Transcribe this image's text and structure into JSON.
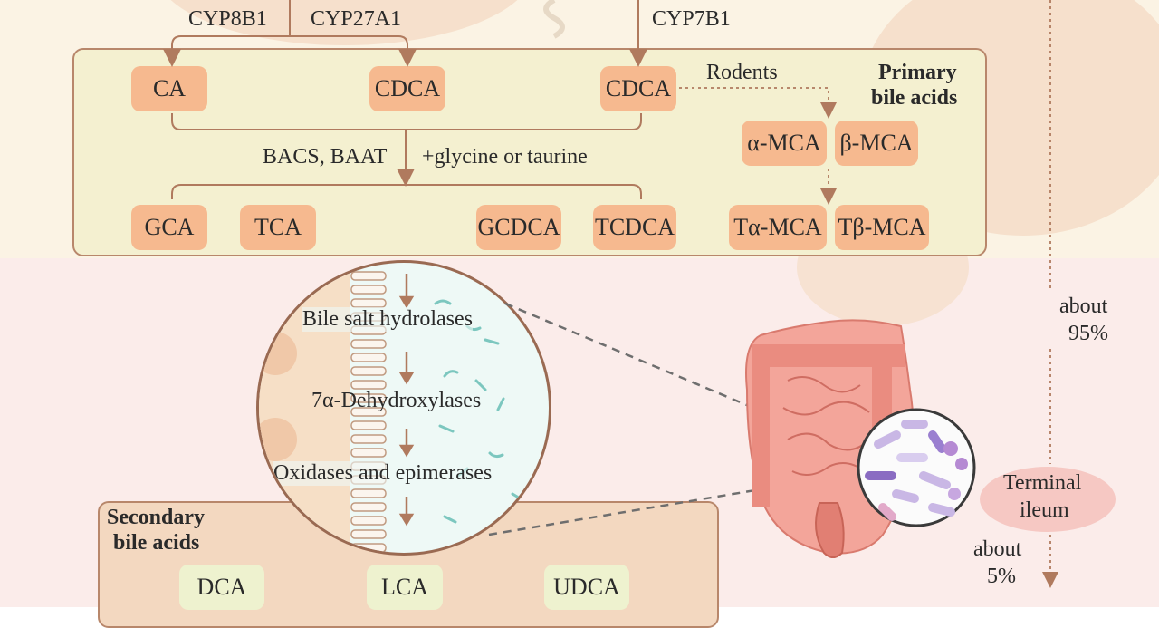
{
  "enzymes": {
    "cyp8b1": "CYP8B1",
    "cyp27a1": "CYP27A1",
    "cyp7b1": "CYP7B1",
    "bacs_baat": "BACS, BAAT",
    "conjugation": "+glycine or taurine",
    "rodents": "Rodents"
  },
  "primary": {
    "title_line1": "Primary",
    "title_line2": "bile acids",
    "row1": [
      "CA",
      "CDCA",
      "CDCA"
    ],
    "mca": [
      "α-MCA",
      "β-MCA"
    ],
    "row2": [
      "GCA",
      "TCA",
      "GCDCA",
      "TCDCA"
    ],
    "tmca": [
      "Tα-MCA",
      "Tβ-MCA"
    ]
  },
  "microbial": {
    "steps": [
      "Bile salt hydrolases",
      "7α-Dehydroxylases",
      "Oxidases and epimerases"
    ]
  },
  "secondary": {
    "title_line1": "Secondary",
    "title_line2": "bile acids",
    "items": [
      "DCA",
      "LCA",
      "UDCA"
    ]
  },
  "recirculation": {
    "about_95_line1": "about",
    "about_95_line2": "95%",
    "ileum_line1": "Terminal",
    "ileum_line2": "ileum",
    "about_5_line1": "about",
    "about_5_line2": "5%"
  },
  "colors": {
    "pill": "#f6b98f",
    "pill_light": "#eef2cf",
    "arrow": "#b07a5e",
    "panel_border": "#b8876b"
  }
}
